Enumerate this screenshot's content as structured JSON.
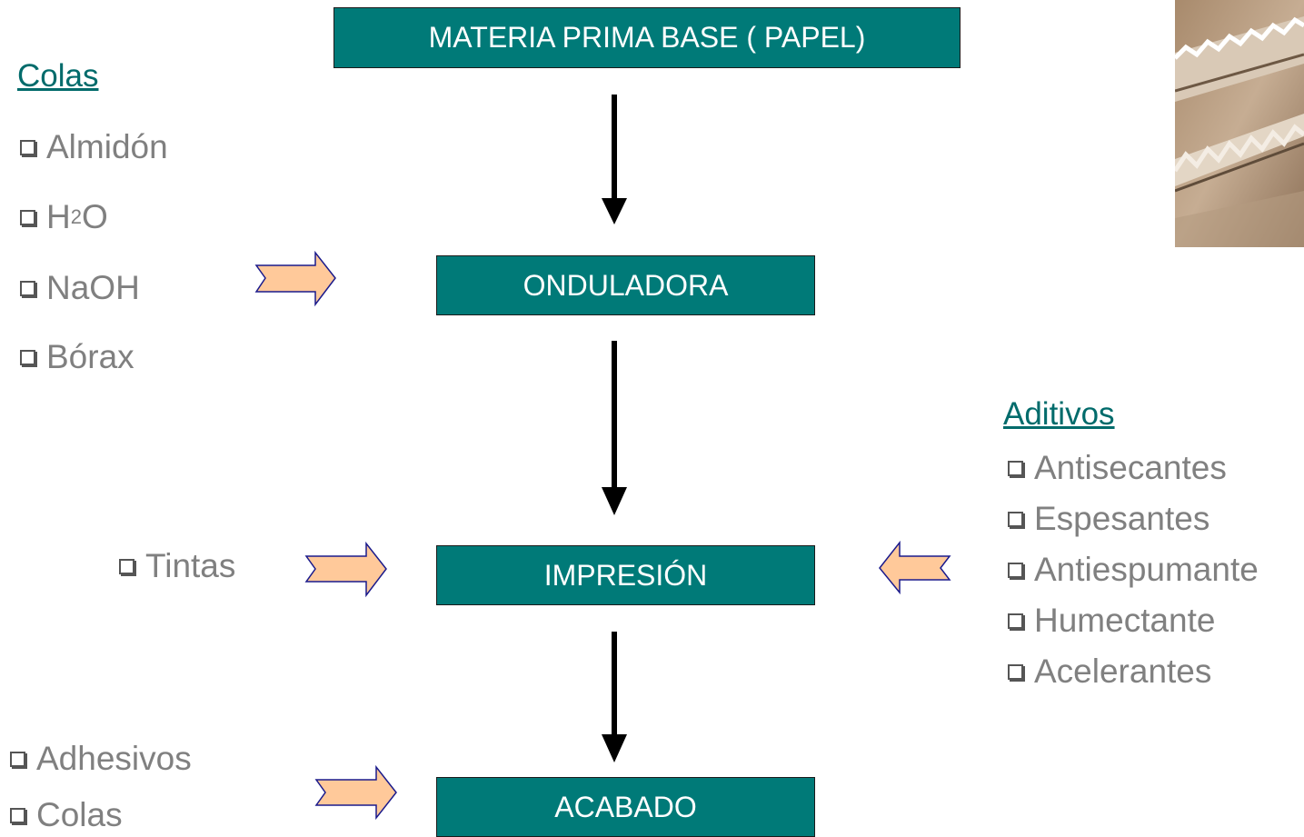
{
  "nodes": {
    "materia": "MATERIA PRIMA BASE ( PAPEL)",
    "onduladora": "ONDULADORA",
    "impresion": "IMPRESIÓN",
    "acabado": "ACABADO"
  },
  "colas_group": {
    "heading": "Colas",
    "items": [
      "Almidón",
      "H",
      "2",
      "O",
      "NaOH",
      "Bórax"
    ]
  },
  "tintas_group": {
    "items": [
      "Tintas"
    ]
  },
  "aditivos_group": {
    "heading": "Aditivos",
    "items": [
      "Antisecantes",
      "Espesantes",
      "Antiespumante",
      "Humectante",
      "Acelerantes"
    ]
  },
  "acabado_group": {
    "items": [
      "Adhesivos",
      "Colas"
    ]
  },
  "colors": {
    "node_fill": "#007a78",
    "heading": "#006b6b",
    "text": "#808080",
    "arrow_fill": "#ffc99a",
    "arrow_stroke": "#1a1a8c"
  }
}
